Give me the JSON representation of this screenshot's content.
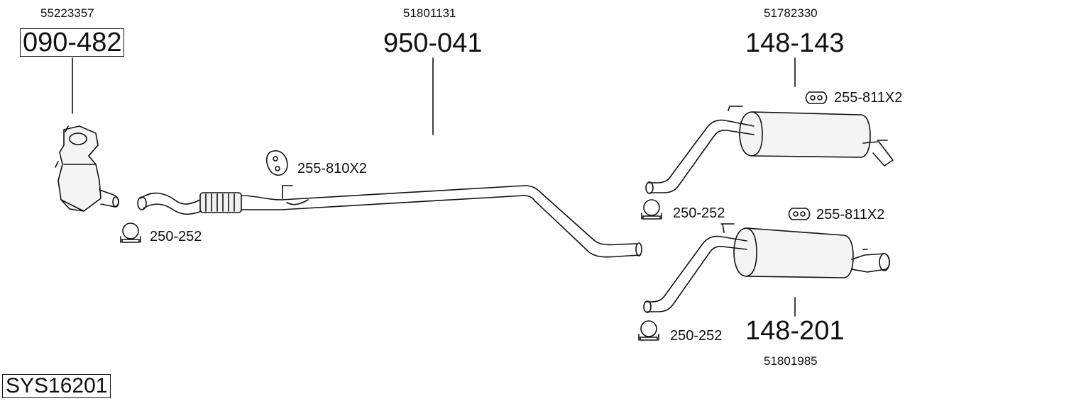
{
  "system_code": "SYS16201",
  "parts": {
    "catalyst": {
      "oe": "55223357",
      "number": "090-482"
    },
    "middle_pipe": {
      "oe": "51801131",
      "number": "950-041"
    },
    "rear_silencer_a": {
      "oe": "51782330",
      "number": "148-143"
    },
    "rear_silencer_b": {
      "oe": "51801985",
      "number": "148-201"
    }
  },
  "accessories": {
    "clamp_1": "250-252",
    "hanger_1": "255-810X2",
    "clamp_2": "250-252",
    "hanger_2": "255-811X2",
    "hanger_3": "255-811X2",
    "clamp_3": "250-252"
  },
  "colors": {
    "line": "#111111",
    "shade": "#e8e8e8",
    "background": "#ffffff"
  }
}
